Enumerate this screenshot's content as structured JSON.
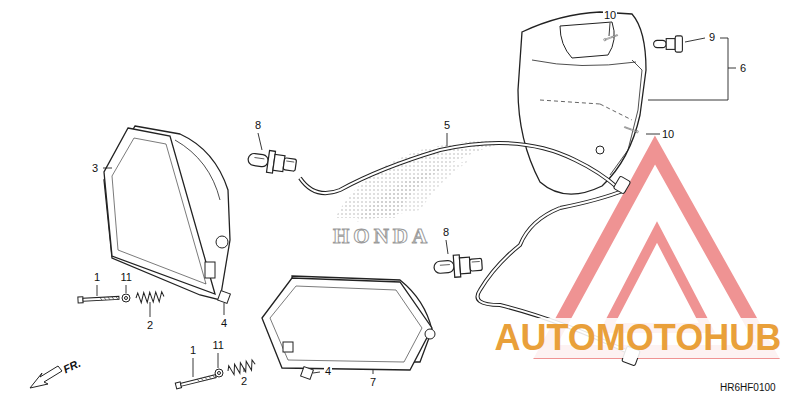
{
  "diagram": {
    "labels": [
      "10",
      "9",
      "6",
      "5",
      "8",
      "10",
      "3",
      "HONDA",
      "8",
      "1",
      "11",
      "AUTOMOTOHUB",
      "4",
      "2",
      "1",
      "11",
      "FR.",
      "4",
      "2",
      "7",
      "HR6HF0100"
    ]
  }
}
